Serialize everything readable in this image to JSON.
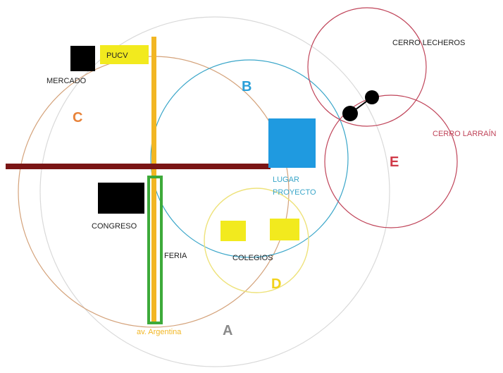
{
  "labels": {
    "pucv": "PUCV",
    "mercado": "MERCADO",
    "congreso": "CONGRESO",
    "feria": "FERIA",
    "colegios": "COLEGIOS",
    "lugar_proyecto_1": "LUGAR",
    "lugar_proyecto_2": "PROYECTO",
    "cerro_lecheros": "CERRO LECHEROS",
    "cerro_larrain": "CERRO LARRAÍN",
    "av_argentina": "av. Argentina",
    "zone_a": "A",
    "zone_b": "B",
    "zone_c": "C",
    "zone_d": "D",
    "zone_e": "E"
  },
  "colors": {
    "circle_a": "#d9d9d9",
    "circle_b": "#3aa6c9",
    "circle_c": "#d4a27a",
    "circle_d": "#eee27a",
    "circle_e": "#c0455a",
    "zone_a_text": "#8a8a8a",
    "zone_b_text": "#2a9fd8",
    "zone_c_text": "#e8833a",
    "zone_d_text": "#f2d21a",
    "zone_e_text": "#d03a48",
    "main_road": "#7a1515",
    "avenue": "#f2b623",
    "feria_strip": "#3daa3a",
    "project_block": "#1f9ae0",
    "school_block": "#f2ea1e",
    "pucv_block": "#f2ea1e",
    "black_block": "#000000",
    "cerro_larrain_text": "#c0455a"
  }
}
